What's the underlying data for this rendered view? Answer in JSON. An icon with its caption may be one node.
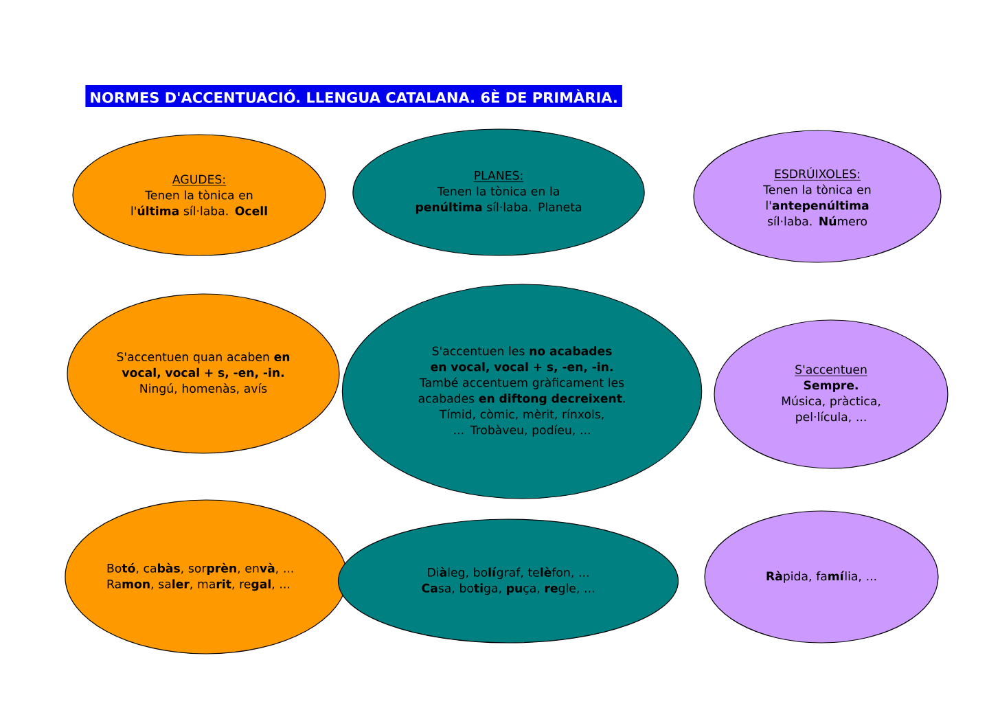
{
  "diagram": {
    "title": "NORMES D'ACCENTUACIÓ. LLENGUA CATALANA. 6È DE PRIMÀRIA.",
    "nodes": [
      {
        "text": [
          "AGUDES:",
          "Tenen la tònica en l'**última** síl·laba. **Ocell**"
        ]
      },
      {
        "text": [
          "PLANES:",
          "Tenen la tònica en la **penúltima** síl·laba. Planeta"
        ]
      },
      {
        "text": [
          "ESDRÚIXOLES:",
          "Tenen la tònica en l'**antepenúltima** síl·laba. **Nú**mero"
        ]
      },
      {
        "text": [
          "S'accentuen quan acaben **en vocal, vocal + s, -en, -in.**",
          "Ningú, homenàs, avís"
        ]
      },
      {
        "text": [
          "S'accentuen les **no acabades en vocal, vocal + s, -en, -in.** També accentuem gràficament les acabades **en diftong decreixent**.",
          "Tímid, còmic, mèrit, rínxols, ... Trobàveu, podíeu, ..."
        ]
      },
      {
        "text": [
          "S'accentuen",
          "Sempre.",
          "Música, pràctica, pel·lícula, ..."
        ]
      },
      {
        "text": [
          "Bo**tó**, ca**bàs**, sor**prèn**, en**và**, ...",
          "Ra**mon**, sa**ler**, ma**rit**, re**gal**, ..."
        ]
      },
      {
        "text": [
          "Di**à**leg, bo**lí**graf, te**lè**fon, ...",
          "**Ca**sa, bo**ti**ga, **pu**ça, **re**gle, ..."
        ]
      },
      {
        "text": [
          "**Rà**pida, fa**mí**lia, ..."
        ]
      }
    ]
  }
}
